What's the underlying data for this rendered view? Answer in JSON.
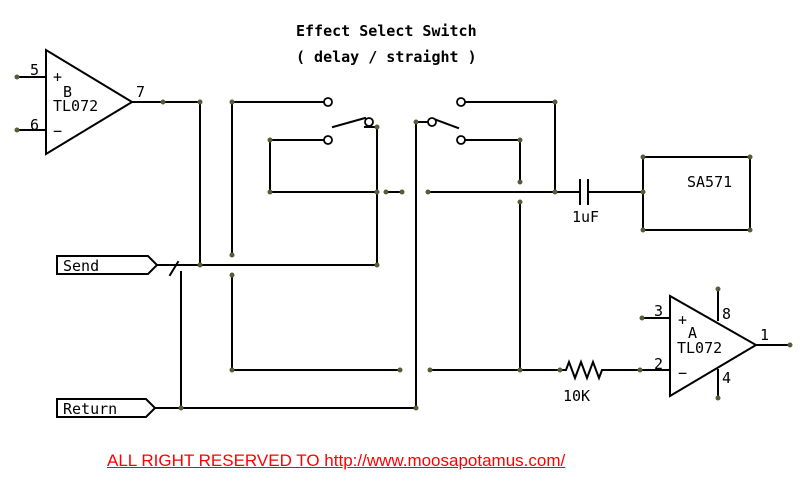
{
  "title": {
    "line1": "Effect Select Switch",
    "line2": "( delay / straight )"
  },
  "components": {
    "opamp_b": {
      "unit": "B",
      "part": "TL072",
      "pin_plus": "5",
      "pin_minus": "6",
      "pin_out": "7",
      "plus_sign": "+",
      "minus_sign": "−"
    },
    "opamp_a": {
      "unit": "A",
      "part": "TL072",
      "pin_plus": "3",
      "pin_minus": "2",
      "pin_out": "1",
      "pin_vcc": "8",
      "pin_gnd": "4",
      "plus_sign": "+",
      "minus_sign": "−"
    },
    "capacitor": {
      "value": "1uF"
    },
    "resistor": {
      "value": "10K"
    },
    "ic": {
      "label": "SA571"
    }
  },
  "ports": {
    "send": "Send",
    "return": "Return"
  },
  "footer": {
    "copyright": "ALL RIGHT RESERVED TO http://www.moosapotamus.com/"
  }
}
